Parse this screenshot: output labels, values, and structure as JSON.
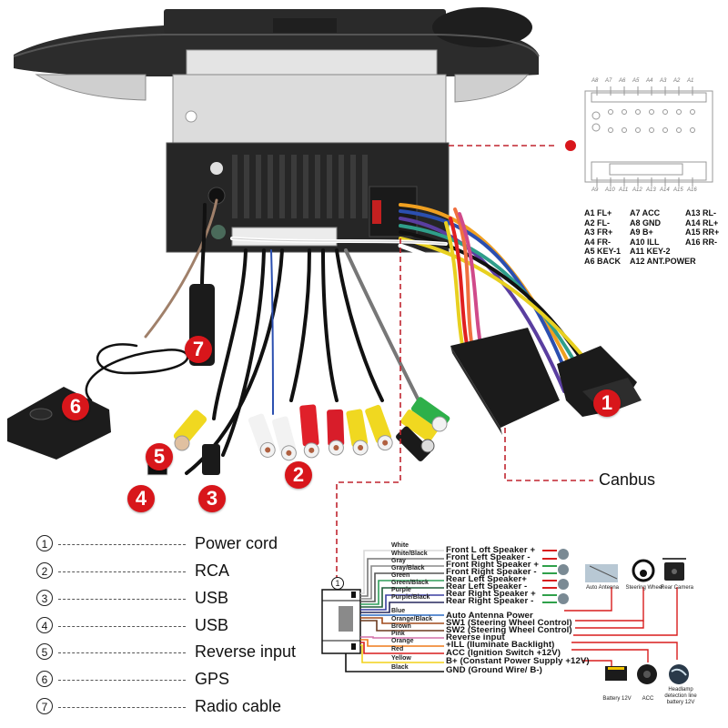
{
  "title": "Car radio rear wiring diagram",
  "callouts": {
    "badges": [
      "1",
      "2",
      "3",
      "4",
      "5",
      "6",
      "7"
    ],
    "canbus_label": "Canbus"
  },
  "pinout": {
    "top_pins": [
      "A8",
      "A7",
      "A6",
      "A5",
      "A4",
      "A3",
      "A2",
      "A1"
    ],
    "bottom_pins": [
      "A9",
      "A10",
      "A11",
      "A12",
      "A13",
      "A14",
      "A15",
      "A16"
    ],
    "columns": [
      [
        "A1 FL+",
        "A2 FL-",
        "A3 FR+",
        "A4 FR-",
        "A5 KEY-1",
        "A6 BACK"
      ],
      [
        "A7 ACC",
        "A8 GND",
        "A9 B+",
        "A10 ILL",
        "A11 KEY-2",
        "A12 ANT.POWER"
      ],
      [
        "A13 RL-",
        "A14 RL+",
        "A15 RR+",
        "A16 RR-"
      ]
    ]
  },
  "legend": [
    {
      "num": "1",
      "label": "Power cord"
    },
    {
      "num": "2",
      "label": "RCA"
    },
    {
      "num": "3",
      "label": "USB"
    },
    {
      "num": "4",
      "label": "USB"
    },
    {
      "num": "5",
      "label": "Reverse input"
    },
    {
      "num": "6",
      "label": "GPS"
    },
    {
      "num": "7",
      "label": "Radio cable"
    }
  ],
  "harness": {
    "connector_num": "1",
    "speaker_wires": [
      {
        "color_name": "White",
        "function": "Front L oft Speaker +",
        "hex": "#d9d9d9"
      },
      {
        "color_name": "White/Black",
        "function": "Front Left Speaker -",
        "hex": "#bdbdbd"
      },
      {
        "color_name": "Gray",
        "function": "Front Right Speaker +",
        "hex": "#8a8a8a"
      },
      {
        "color_name": "Gray/Black",
        "function": "Front Right Speaker -",
        "hex": "#555555"
      },
      {
        "color_name": "Green",
        "function": "Rear Left Speaker+",
        "hex": "#2f9e5a"
      },
      {
        "color_name": "Green/Black",
        "function": "Rear Left Speaker -",
        "hex": "#1f5e3a"
      },
      {
        "color_name": "Purple",
        "function": "Rear Right Speaker +",
        "hex": "#3a3fa0"
      },
      {
        "color_name": "Purple/Black",
        "function": "Rear Right Speaker -",
        "hex": "#26285e"
      }
    ],
    "power_wires": [
      {
        "color_name": "Blue",
        "function": "Auto Antenna Power",
        "hex": "#2b6cc4"
      },
      {
        "color_name": "Orange/Black",
        "function": "SW1 (Steering Wheel Control)",
        "hex": "#a04a1c"
      },
      {
        "color_name": "Brown",
        "function": "SW2 (Steering Wheel Control)",
        "hex": "#6b3a1f"
      },
      {
        "color_name": "Pink",
        "function": "Reverse input",
        "hex": "#d470a8"
      },
      {
        "color_name": "Orange",
        "function": "+ILL (Iluminate Backlight)",
        "hex": "#ef7a1a"
      },
      {
        "color_name": "Red",
        "function": "ACC (Ignition Switch +12V)",
        "hex": "#d81d1d"
      },
      {
        "color_name": "Yellow",
        "function": "B+ (Constant Power Supply +12V)",
        "hex": "#f2d21a"
      },
      {
        "color_name": "Black",
        "function": "GND (Ground Wire/ B-)",
        "hex": "#111111"
      }
    ],
    "accessories": [
      {
        "name": "Auto Antenna"
      },
      {
        "name": "Steering Wheel"
      },
      {
        "name": "Rear Camera"
      },
      {
        "name": "Battery 12V"
      },
      {
        "name": "ACC"
      },
      {
        "name": "Headlamp detection line battery 12V"
      }
    ]
  },
  "colors": {
    "callout_red": "#d8161b",
    "dashed_line": "#c0242f"
  }
}
